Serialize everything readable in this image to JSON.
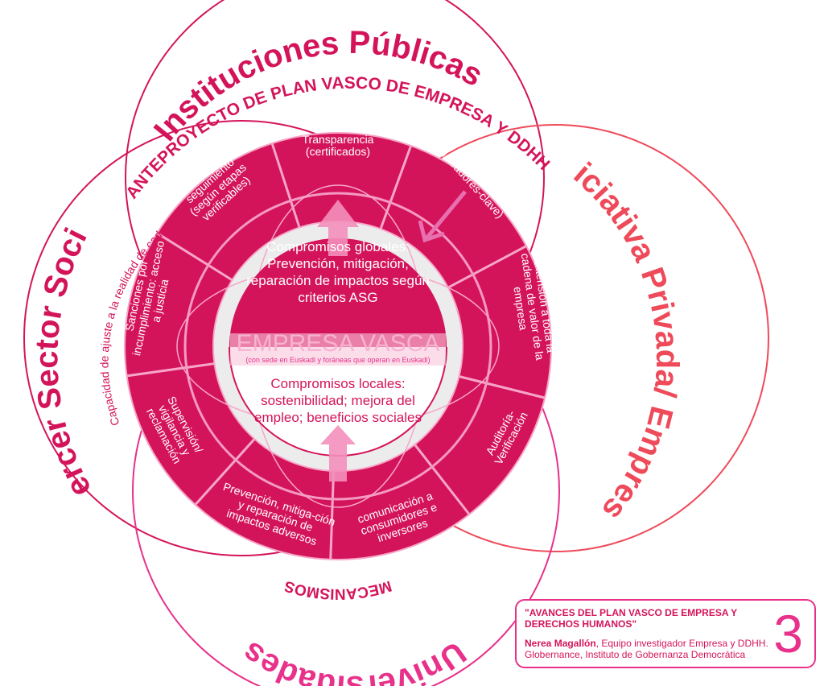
{
  "outer_circles": {
    "top": "Instituciones Públicas",
    "right": "Iniciativa Privada/ Empresas",
    "left": "Tercer Sector Social",
    "bottom": "Universidades"
  },
  "arc_titles": {
    "top": "ANTEPROYECTO DE PLAN VASCO DE EMPRESA Y DDHH",
    "bottom": "MECANISMOS",
    "inner": "Capacidad de ajuste a la realidad de cada empresa"
  },
  "ring_segments": [
    "Transparencia (certificados)",
    "Información (indicadores-clave)",
    "Extensión a toda la cadena de valor de la empresa",
    "Auditoría-Verificación",
    "comunicación a consumidores e inversores",
    "Prevención, mitiga-ción y reparación de impactos adversos",
    "Supervisión/ vigilancia y reclamación",
    "Sanciones por incumplimiento: acceso a justicia",
    "Informes de seguimiento (según etapas verificables)"
  ],
  "center": {
    "global_commitments": "Compromisos globales: Prevención, mitigación, reparación de impactos según criterios ASG",
    "company_title": "EMPRESA VASCA",
    "company_subtitle": "(con sede en Euskadi y foráneas que operan en Euskadi)",
    "local_commitments": "Compromisos locales: sostenibilidad; mejora del empleo; beneficios sociales"
  },
  "caption": {
    "title": "\"AVANCES DEL PLAN VASCO DE EMPRESA Y DERECHOS HUMANOS\"",
    "author": "Nerea Magallón",
    "affiliation": ", Equipo investigador Empresa y DDHH. Globernance, Instituto de Gobernanza Democrática",
    "number": "3"
  },
  "colors": {
    "magenta": "#d4145a",
    "pink": "#e8318a",
    "light_pink": "#f6a6c9",
    "coral": "#ef4a5a"
  }
}
